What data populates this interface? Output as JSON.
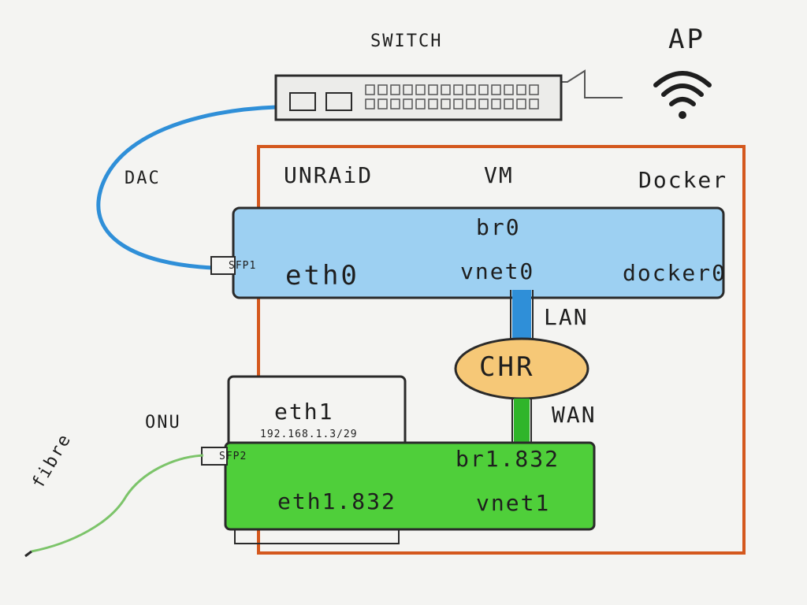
{
  "labels": {
    "switch": "SWITCH",
    "ap": "AP",
    "dac": "DAC",
    "unraid": "UNRAiD",
    "vm": "VM",
    "docker": "Docker",
    "br0": "br0",
    "eth0": "eth0",
    "vnet0": "vnet0",
    "docker0": "docker0",
    "sfp1": "SFP1",
    "lan": "LAN",
    "chr": "CHR",
    "wan": "WAN",
    "onu": "ONU",
    "eth1": "eth1",
    "eth1_ip": "192.168.1.3/29",
    "sfp2": "SFP2",
    "br1_832": "br1.832",
    "eth1_832": "eth1.832",
    "vnet1": "vnet1",
    "fibre": "fibre"
  },
  "colors": {
    "background": "#f4f4f2",
    "ink": "#2a2a2a",
    "unraid_border": "#d4581e",
    "dac_cable": "#2f8fd8",
    "bridge_lan": "#9dd0f2",
    "bridge_wan": "#4fcf3a",
    "chr_fill": "#f6c877",
    "fibre": "#7cc46a",
    "link_lan": "#2f8fd8",
    "link_wan": "#2fb52a"
  }
}
